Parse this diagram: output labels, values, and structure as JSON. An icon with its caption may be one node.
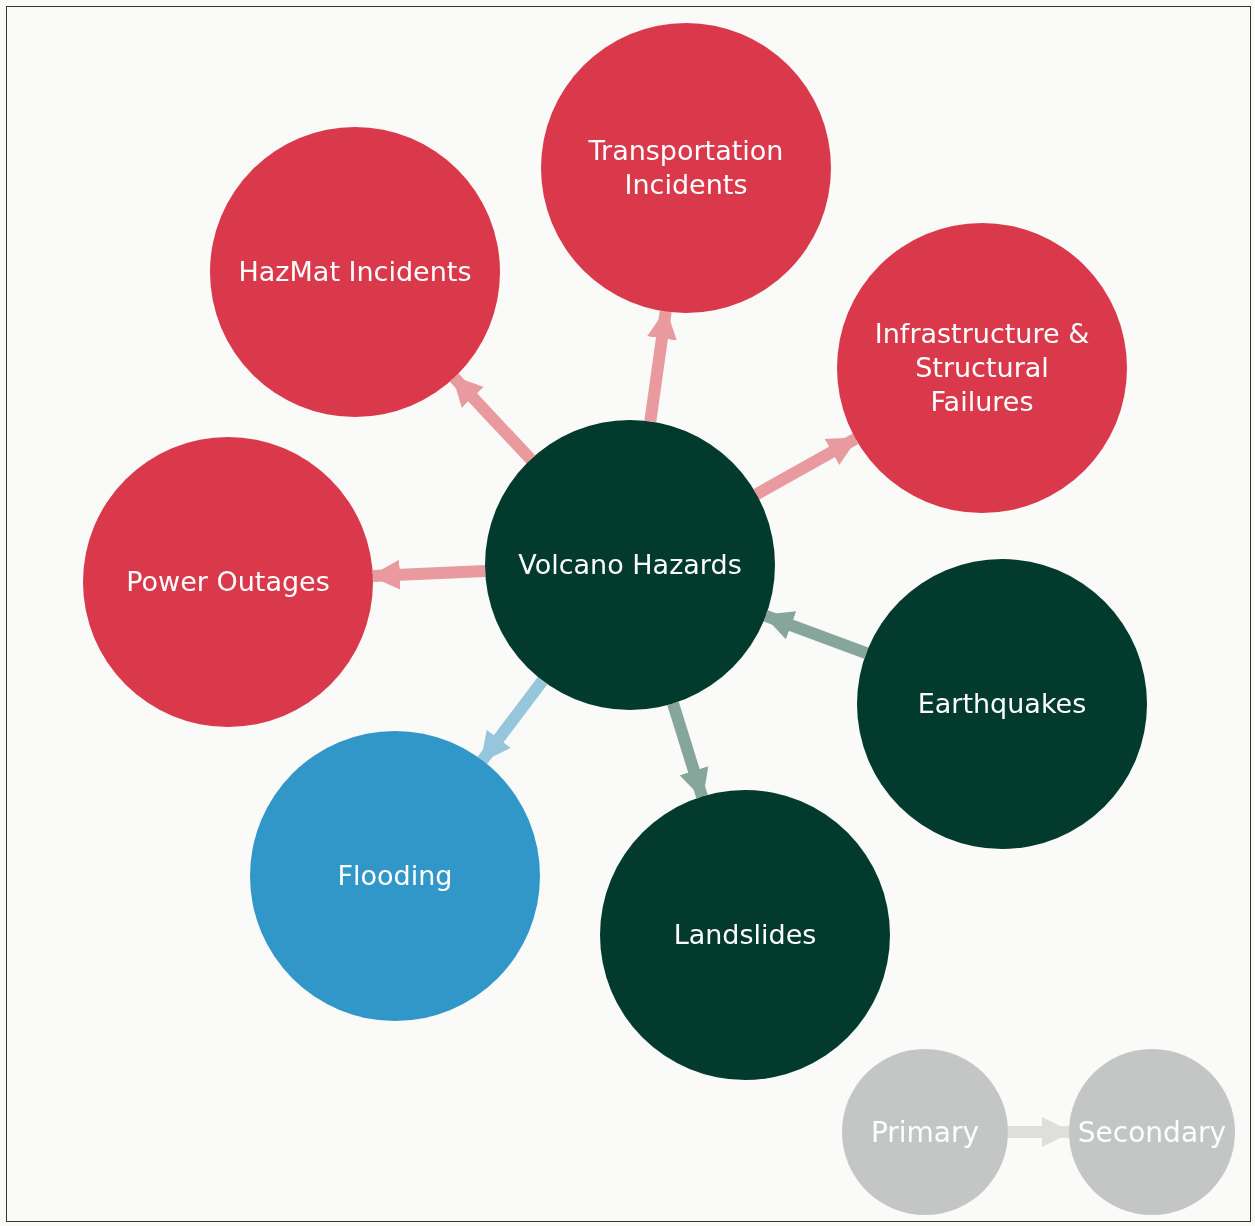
{
  "diagram": {
    "nodes": [
      {
        "text": [
          "Volcano Hazards"
        ]
      },
      {
        "text": [
          "HazMat Incidents"
        ]
      },
      {
        "text": [
          "Transportation Incidents"
        ]
      },
      {
        "text": [
          "Infrastructure & Structural Failures"
        ]
      },
      {
        "text": [
          "Power Outages"
        ]
      },
      {
        "text": [
          "Earthquakes"
        ]
      },
      {
        "text": [
          "Flooding"
        ]
      },
      {
        "text": [
          "Landslides"
        ]
      },
      {
        "text": [
          "Primary"
        ]
      },
      {
        "text": [
          "Secondary"
        ]
      }
    ],
    "edges": [
      {
        "from": 0,
        "to": 1,
        "arrow": "to"
      },
      {
        "from": 0,
        "to": 2,
        "arrow": "to"
      },
      {
        "from": 0,
        "to": 3,
        "arrow": "to"
      },
      {
        "from": 0,
        "to": 4,
        "arrow": "to"
      },
      {
        "from": 5,
        "to": 0,
        "arrow": "to",
        "color": "#86a69c"
      },
      {
        "from": 0,
        "to": 6,
        "arrow": "to",
        "color": "#96c6dc"
      },
      {
        "from": 0,
        "to": 7,
        "arrow": "to",
        "color": "#86a69c"
      },
      {
        "from": 8,
        "to": 9,
        "arrow": "to",
        "color": "#dededb"
      }
    ]
  }
}
